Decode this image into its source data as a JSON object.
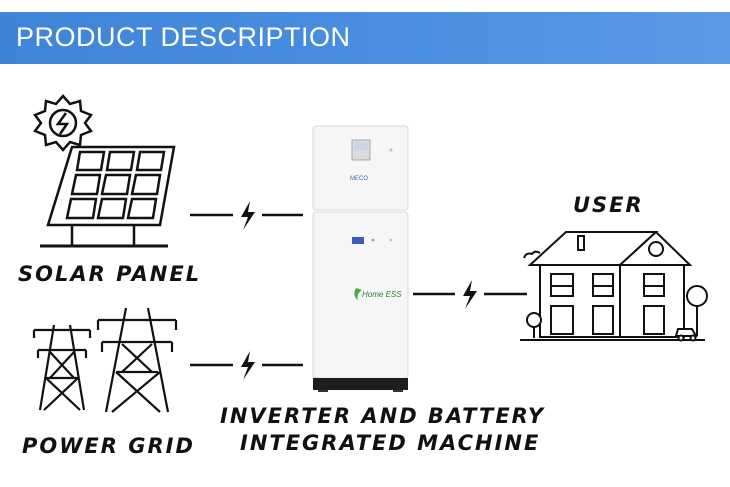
{
  "header": {
    "title": "PRODUCT DESCRIPTION"
  },
  "labels": {
    "solar": "SOLAR PANEL",
    "grid": "POWER GRID",
    "user": "USER",
    "machine_line1": "INVERTER AND BATTERY",
    "machine_line2": "INTEGRATED MACHINE"
  },
  "machine": {
    "brand": "MECO",
    "series": "Home ESS"
  },
  "colors": {
    "header": "#4a8fe0",
    "line": "#111111",
    "device": "#f4f4f4"
  }
}
